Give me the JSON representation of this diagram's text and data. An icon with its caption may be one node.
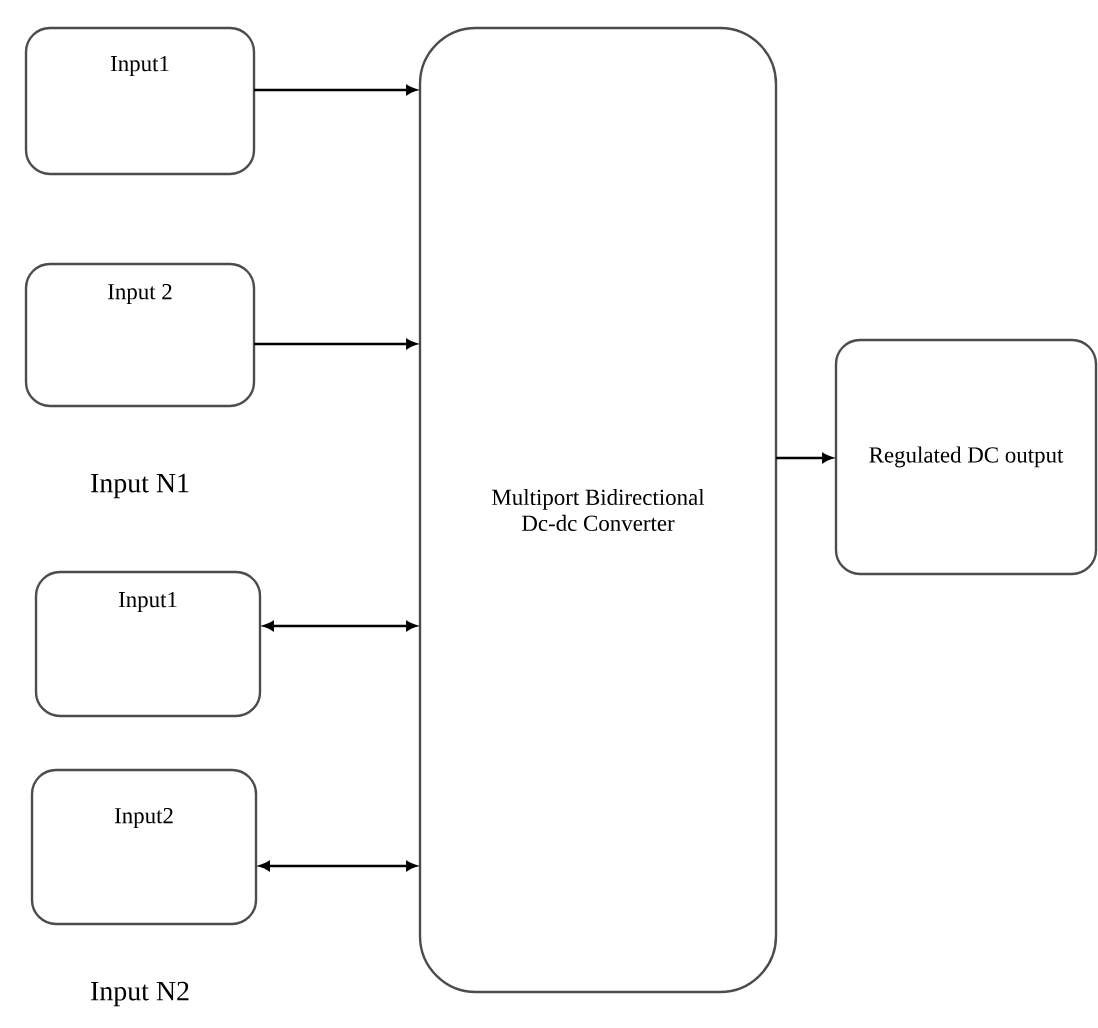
{
  "diagram": {
    "nodes": [
      {
        "text": [
          "Input1"
        ]
      },
      {
        "text": [
          "Input 2"
        ]
      },
      {
        "text": [
          "Input1"
        ]
      },
      {
        "text": [
          "Input2"
        ]
      },
      {
        "text": [
          "Multiport Bidirectional Dc-dc Converter"
        ]
      },
      {
        "text": [
          "Regulated DC output"
        ]
      }
    ],
    "edges": [
      {
        "from": 0,
        "to": 4,
        "arrow": "to"
      },
      {
        "from": 1,
        "to": 4,
        "arrow": "to"
      },
      {
        "from": 2,
        "to": 4,
        "arrow": "both"
      },
      {
        "from": 3,
        "to": 4,
        "arrow": "both"
      },
      {
        "from": 4,
        "to": 5,
        "arrow": "to"
      }
    ],
    "labels": [
      "Input N1",
      "Input N2"
    ]
  }
}
